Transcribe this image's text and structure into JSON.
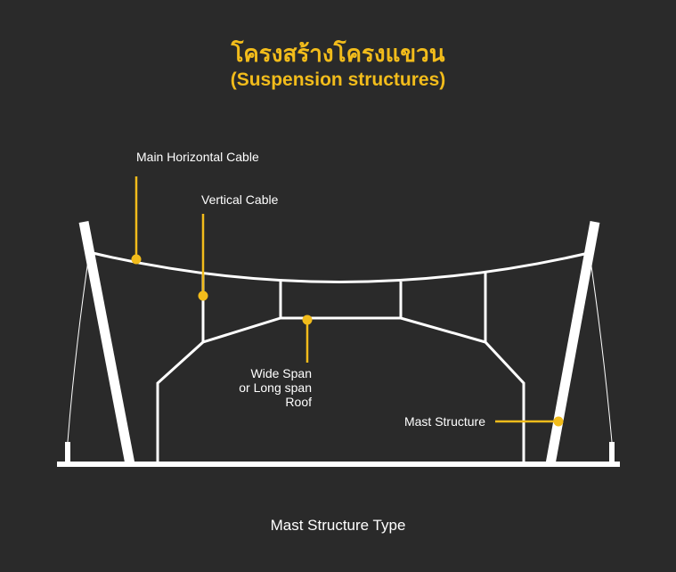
{
  "title": {
    "thai": "โครงสร้างโครงแขวน",
    "english": "(Suspension structures)"
  },
  "labels": {
    "main_cable": "Main Horizontal Cable",
    "vertical_cable": "Vertical Cable",
    "roof_line1": "Wide Span",
    "roof_line2": "or Long span",
    "roof_line3": "Roof",
    "mast": "Mast Structure"
  },
  "caption": "Mast Structure Type",
  "colors": {
    "background": "#2a2a2a",
    "accent": "#f2bc1b",
    "line": "#ffffff"
  }
}
